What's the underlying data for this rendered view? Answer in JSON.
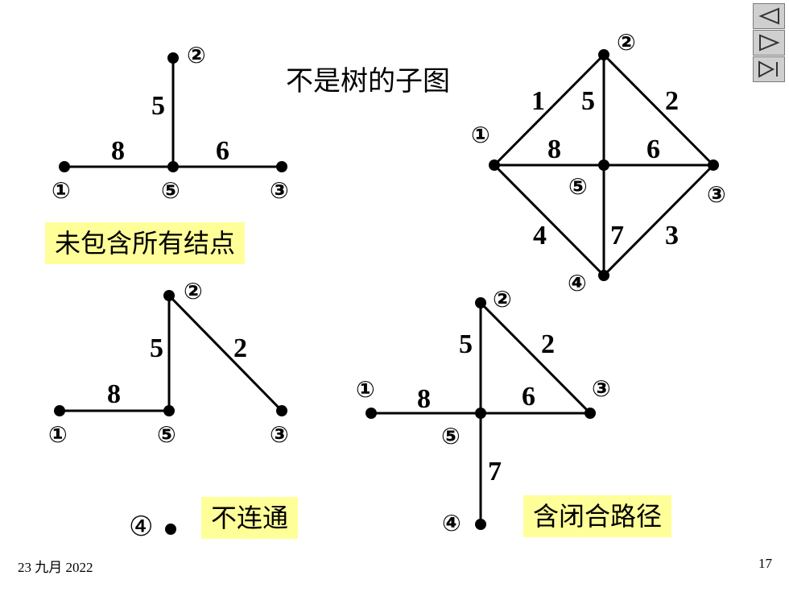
{
  "title": "不是树的子图",
  "captions": {
    "missing_nodes": "未包含所有结点",
    "disconnected": "不连通",
    "closed_path": "含闭合路径"
  },
  "footer": {
    "date": "23 九月 2022",
    "page": "17"
  },
  "nav": {
    "prev_icon": "triangle-left-icon",
    "next_icon": "triangle-right-icon",
    "last_icon": "skip-to-end-icon"
  },
  "isolated_node_label": "④",
  "full_graph": {
    "node_labels": [
      "①",
      "②",
      "③",
      "④",
      "⑤"
    ],
    "edge_labels": [
      "1",
      "2",
      "3",
      "4",
      "5",
      "6",
      "7",
      "8"
    ]
  },
  "graph_missing_nodes": {
    "node_labels": [
      "②",
      "①",
      "⑤",
      "③"
    ],
    "edge_labels": [
      "5",
      "8",
      "6"
    ]
  },
  "graph_disconnected": {
    "node_labels": [
      "②",
      "①",
      "⑤",
      "③"
    ],
    "edge_labels": [
      "5",
      "2",
      "8"
    ]
  },
  "graph_closed_path": {
    "node_labels": [
      "②",
      "①",
      "③",
      "⑤",
      "④"
    ],
    "edge_labels": [
      "5",
      "2",
      "8",
      "6",
      "7"
    ]
  }
}
